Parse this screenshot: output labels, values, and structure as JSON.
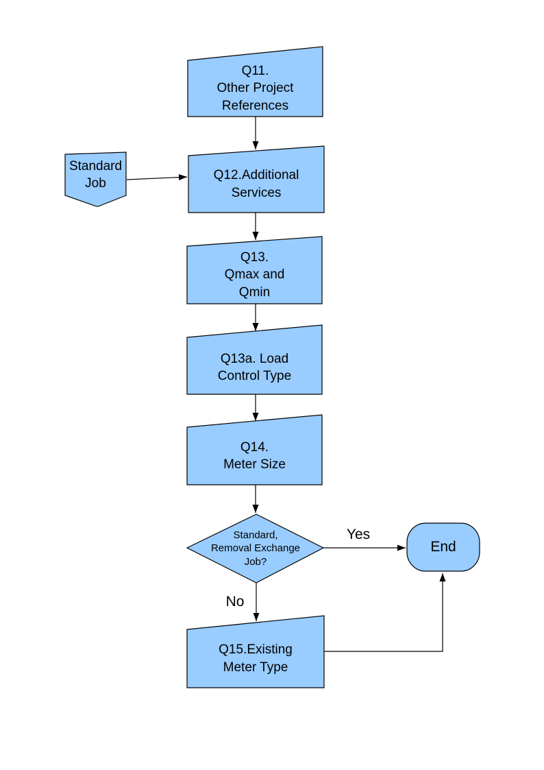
{
  "flowchart": {
    "colors": {
      "shape_fill": "#99ccff",
      "shape_stroke": "#000000",
      "background": "#ffffff",
      "text": "#000000"
    },
    "nodes": [
      {
        "id": "q11",
        "type": "process-slanted",
        "label": "Q11.\nOther Project\nReferences"
      },
      {
        "id": "standard-job",
        "type": "offpage-connector",
        "label": "Standard\nJob"
      },
      {
        "id": "q12",
        "type": "process-slanted",
        "label": "Q12.Additional\nServices"
      },
      {
        "id": "q13",
        "type": "process-slanted",
        "label": "Q13.\nQmax and\nQmin"
      },
      {
        "id": "q13a",
        "type": "process-slanted",
        "label": "Q13a. Load\nControl Type"
      },
      {
        "id": "q14",
        "type": "process-slanted",
        "label": "Q14.\nMeter Size"
      },
      {
        "id": "decision",
        "type": "decision",
        "label": "Standard,\nRemoval Exchange\nJob?"
      },
      {
        "id": "end",
        "type": "terminator",
        "label": "End"
      },
      {
        "id": "q15",
        "type": "process-slanted",
        "label": "Q15.Existing\nMeter Type"
      }
    ],
    "edges": [
      {
        "from": "q11",
        "to": "q12",
        "label": ""
      },
      {
        "from": "standard-job",
        "to": "q12",
        "label": ""
      },
      {
        "from": "q12",
        "to": "q13",
        "label": ""
      },
      {
        "from": "q13",
        "to": "q13a",
        "label": ""
      },
      {
        "from": "q13a",
        "to": "q14",
        "label": ""
      },
      {
        "from": "q14",
        "to": "decision",
        "label": ""
      },
      {
        "from": "decision",
        "to": "end",
        "label": "Yes"
      },
      {
        "from": "decision",
        "to": "q15",
        "label": "No"
      },
      {
        "from": "q15",
        "to": "end",
        "label": ""
      }
    ],
    "edge_labels": {
      "yes": "Yes",
      "no": "No"
    }
  }
}
